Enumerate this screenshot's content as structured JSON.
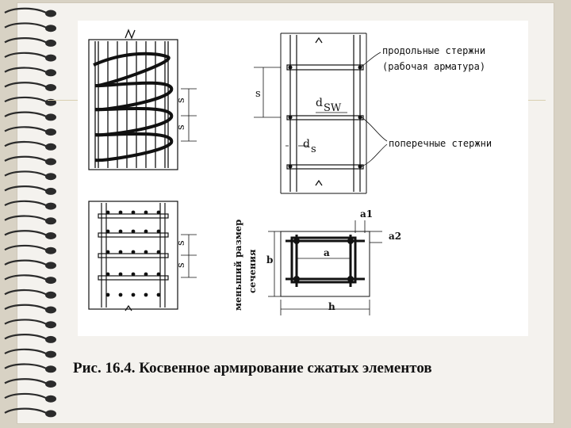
{
  "caption": "Рис. 16.4. Косвенное армирование сжатых элементов",
  "labels": {
    "longitudinal_line1": "продольные стержни",
    "longitudinal_line2": "(рабочая арматура)",
    "transverse": "поперечные стержни",
    "spacing_s": "s",
    "d_sw_d": "d",
    "d_sw_sub": "SW",
    "d_s_d": "d",
    "d_s_sub": "s",
    "s_spiral_1": "s",
    "s_spiral_2": "s",
    "s_mesh_1": "s",
    "s_mesh_2": "s",
    "smaller_size_line1": "меньший размер",
    "smaller_size_line2": "сечения",
    "dim_a1": "a1",
    "dim_a2": "a2",
    "dim_a": "a",
    "dim_b": "b",
    "dim_h": "h"
  },
  "colors": {
    "ink": "#111111",
    "page": "#f4f2ee",
    "rings": "#2b2b2b"
  }
}
